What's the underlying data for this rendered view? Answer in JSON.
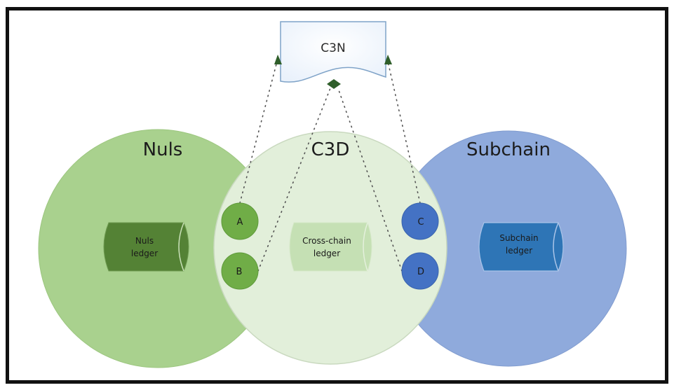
{
  "diagram": {
    "top_node": {
      "label": "C3N",
      "shape": "document"
    },
    "domains": [
      {
        "id": "nuls",
        "label": "Nuls",
        "color": "#a9d18e",
        "ledger": {
          "label_line1": "Nuls",
          "label_line2": "ledger",
          "color": "#548235"
        }
      },
      {
        "id": "c3d",
        "label": "C3D",
        "color": "#e2efda",
        "ledger": {
          "label_line1": "Cross-chain",
          "label_line2": "ledger",
          "color": "#c5e0b4"
        }
      },
      {
        "id": "subchain",
        "label": "Subchain",
        "color": "#8faadc",
        "ledger": {
          "label_line1": "Subchain",
          "label_line2": "ledger",
          "color": "#2e75b6"
        }
      }
    ],
    "nodes": [
      {
        "label": "A",
        "color": "#70ad47",
        "group": "nuls"
      },
      {
        "label": "B",
        "color": "#70ad47",
        "group": "nuls"
      },
      {
        "label": "C",
        "color": "#4472c4",
        "group": "subchain"
      },
      {
        "label": "D",
        "color": "#4472c4",
        "group": "subchain"
      }
    ],
    "connections": [
      {
        "from": "A",
        "to": "C3N",
        "style": "dotted",
        "arrow": "to"
      },
      {
        "from": "B",
        "to": "C3N",
        "style": "dotted",
        "arrow": "from"
      },
      {
        "from": "C",
        "to": "C3N",
        "style": "dotted",
        "arrow": "to"
      },
      {
        "from": "D",
        "to": "C3N",
        "style": "dotted",
        "arrow": "from"
      }
    ]
  }
}
